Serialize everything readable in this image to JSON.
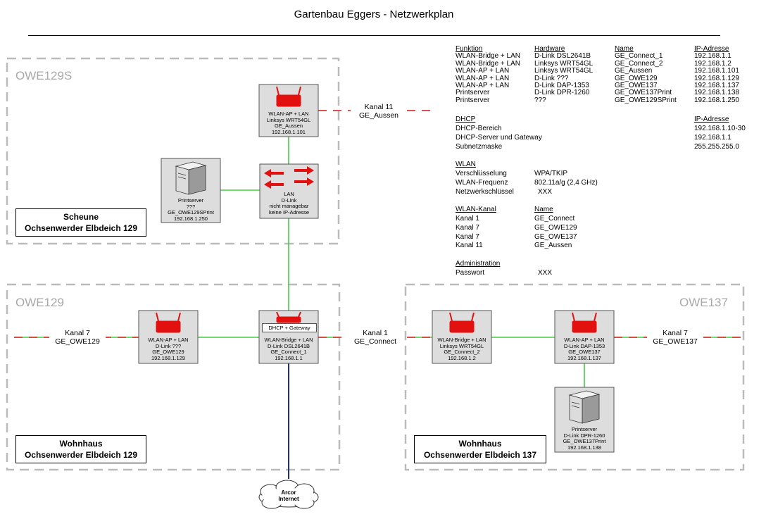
{
  "title": "Gartenbau Eggers - Netzwerkplan",
  "zones": {
    "scheune": {
      "name": "OWE129S",
      "address_line1": "Scheune",
      "address_line2": "Ochsenwerder Elbdeich 129"
    },
    "owe129": {
      "name": "OWE129",
      "address_line1": "Wohnhaus",
      "address_line2": "Ochsenwerder Elbdeich 129"
    },
    "owe137": {
      "name": "OWE137",
      "address_line1": "Wohnhaus",
      "address_line2": "Ochsenwerder Elbdeich 137"
    }
  },
  "devices": {
    "aussen_ap": {
      "icon": "wifi-router-icon",
      "text": "WLAN-AP + LAN\nLinksys WRT54GL\nGE_Aussen\n192.168.1.101"
    },
    "lan_switch": {
      "icon": "network-switch-icon",
      "text": "LAN\nD-Link\nnicht managebar\nkeine IP-Adresse"
    },
    "printserver_s": {
      "icon": "server-icon",
      "text": "Printserver\n???\nGE_OWE129SPrint\n192.168.1.250"
    },
    "owe129_ap": {
      "icon": "wifi-router-icon",
      "text": "WLAN-AP + LAN\nD-Link ???\nGE_OWE129\n192.168.1.129"
    },
    "gateway": {
      "icon": "wifi-router-icon",
      "badge": "DHCP + Gateway",
      "text": "WLAN-Bridge + LAN\nD-Link DSL2641B\nGE_Connect_1\n192.168.1.1"
    },
    "connect2": {
      "icon": "wifi-router-icon",
      "text": "WLAN-Bridge + LAN\nLinksys WRT54GL\nGE_Connect_2\n192.168.1.2"
    },
    "owe137_ap": {
      "icon": "wifi-router-icon",
      "text": "WLAN-AP + LAN\nD-Link DAP-1353\nGE_OWE137\n192.168.1.137"
    },
    "printserver_137": {
      "icon": "server-icon",
      "text": "Printserver\nD-Link DPR-1260\nGE_OWE137Print\n192.168.1.138"
    },
    "internet": {
      "icon": "cloud-icon",
      "text": "Arcor\nInternet"
    }
  },
  "links": {
    "aussen": "Kanal 11\nGE_Aussen",
    "owe129": "Kanal 7\nGE_OWE129",
    "connect": "Kanal 1\nGE_Connect",
    "owe137": "Kanal 7\nGE_OWE137"
  },
  "info": {
    "table_headers": [
      "Funktion",
      "Hardware",
      "Name",
      "IP-Adresse"
    ],
    "table_rows": [
      [
        "WLAN-Bridge + LAN",
        "D-Link DSL2641B",
        "GE_Connect_1",
        "192.168.1.1"
      ],
      [
        "WLAN-Bridge + LAN",
        "Linksys WRT54GL",
        "GE_Connect_2",
        "192.168.1.2"
      ],
      [
        "WLAN-AP + LAN",
        "Linksys WRT54GL",
        "GE_Aussen",
        "192.168.1.101"
      ],
      [
        "WLAN-AP + LAN",
        "D-Link ???",
        "GE_OWE129",
        "192.168.1.129"
      ],
      [
        "WLAN-AP + LAN",
        "D-Link DAP-1353",
        "GE_OWE137",
        "192.168.1.137"
      ],
      [
        "Printserver",
        "D-Link DPR-1260",
        "GE_OWE137Print",
        "192.168.1.138"
      ],
      [
        "Printserver",
        "???",
        "GE_OWE129SPrint",
        "192.168.1.250"
      ]
    ],
    "dhcp_heading": "DHCP",
    "dhcp_ip_heading": "IP-Adresse",
    "dhcp_rows": [
      [
        "DHCP-Bereich",
        "192.168.1.10-30"
      ],
      [
        "DHCP-Server und Gateway",
        "192.168.1.1"
      ],
      [
        "Subnetzmaske",
        "255.255.255.0"
      ]
    ],
    "wlan_heading": "WLAN",
    "wlan_rows": [
      [
        "Verschlüsselung",
        "WPA/TKIP"
      ],
      [
        "WLAN-Frequenz",
        "802.11a/g (2,4 GHz)"
      ],
      [
        "Netzwerkschlüssel",
        "XXX"
      ]
    ],
    "kanal_headers": [
      "WLAN-Kanal",
      "Name"
    ],
    "kanal_rows": [
      [
        "Kanal 1",
        "GE_Connect"
      ],
      [
        "Kanal 7",
        "GE_OWE129"
      ],
      [
        "Kanal 7",
        "GE_OWE137"
      ],
      [
        "Kanal 11",
        "GE_Aussen"
      ]
    ],
    "admin_heading": "Administration",
    "admin_rows": [
      [
        "Passwort",
        "XXX"
      ]
    ]
  },
  "colors": {
    "wireless": "#d83a3a",
    "lan": "#44cc44",
    "wan": "#1e2f8a",
    "zone_border": "#bbbbbb",
    "device_red": "#e31010"
  }
}
